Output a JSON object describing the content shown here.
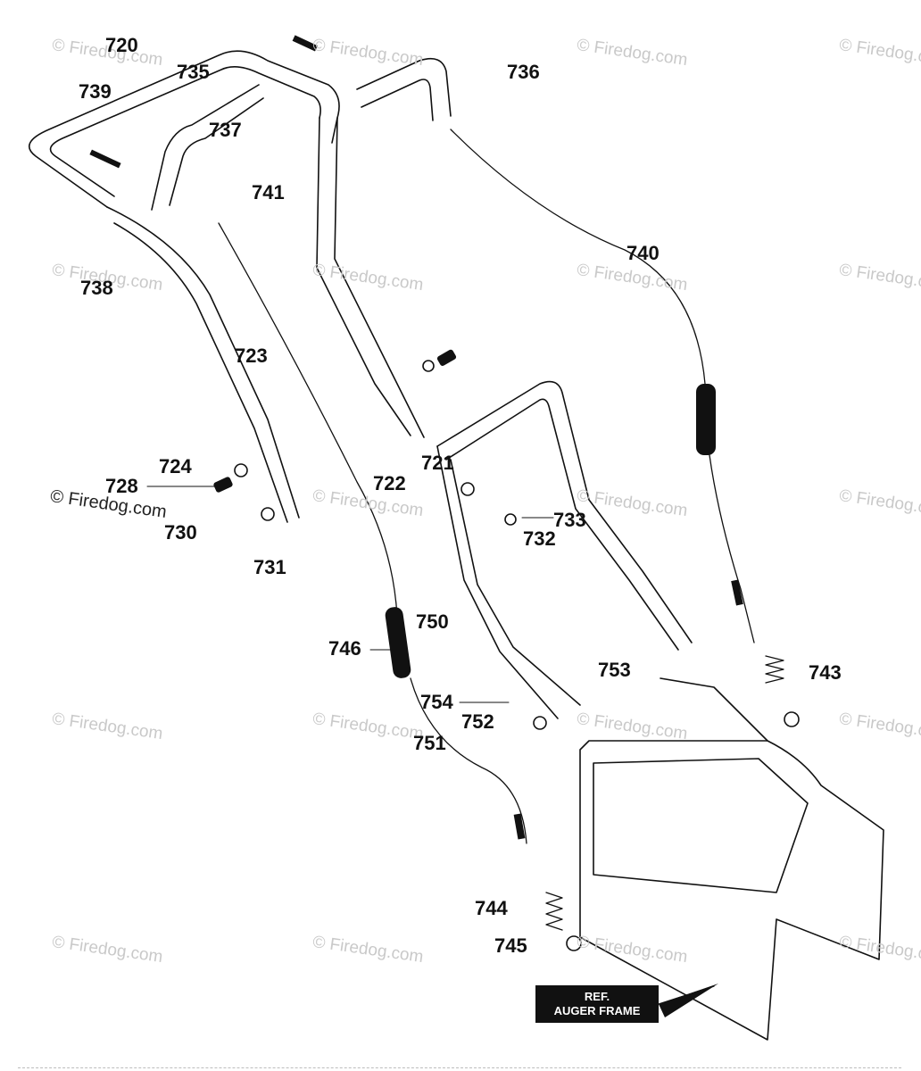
{
  "diagram": {
    "labels": [
      {
        "id": "720",
        "text": "720"
      },
      {
        "id": "735",
        "text": "735"
      },
      {
        "id": "739",
        "text": "739"
      },
      {
        "id": "737",
        "text": "737"
      },
      {
        "id": "736",
        "text": "736"
      },
      {
        "id": "741",
        "text": "741"
      },
      {
        "id": "740",
        "text": "740"
      },
      {
        "id": "738",
        "text": "738"
      },
      {
        "id": "723",
        "text": "723"
      },
      {
        "id": "724",
        "text": "724"
      },
      {
        "id": "728",
        "text": "728"
      },
      {
        "id": "730",
        "text": "730"
      },
      {
        "id": "731",
        "text": "731"
      },
      {
        "id": "721",
        "text": "721"
      },
      {
        "id": "722",
        "text": "722"
      },
      {
        "id": "733",
        "text": "733"
      },
      {
        "id": "732",
        "text": "732"
      },
      {
        "id": "750",
        "text": "750"
      },
      {
        "id": "746",
        "text": "746"
      },
      {
        "id": "753",
        "text": "753"
      },
      {
        "id": "743",
        "text": "743"
      },
      {
        "id": "754",
        "text": "754"
      },
      {
        "id": "752",
        "text": "752"
      },
      {
        "id": "751",
        "text": "751"
      },
      {
        "id": "744",
        "text": "744"
      },
      {
        "id": "745",
        "text": "745"
      }
    ],
    "ref_box": {
      "line1": "REF.",
      "line2": "AUGER FRAME"
    },
    "watermark": "© Firedog.com"
  }
}
